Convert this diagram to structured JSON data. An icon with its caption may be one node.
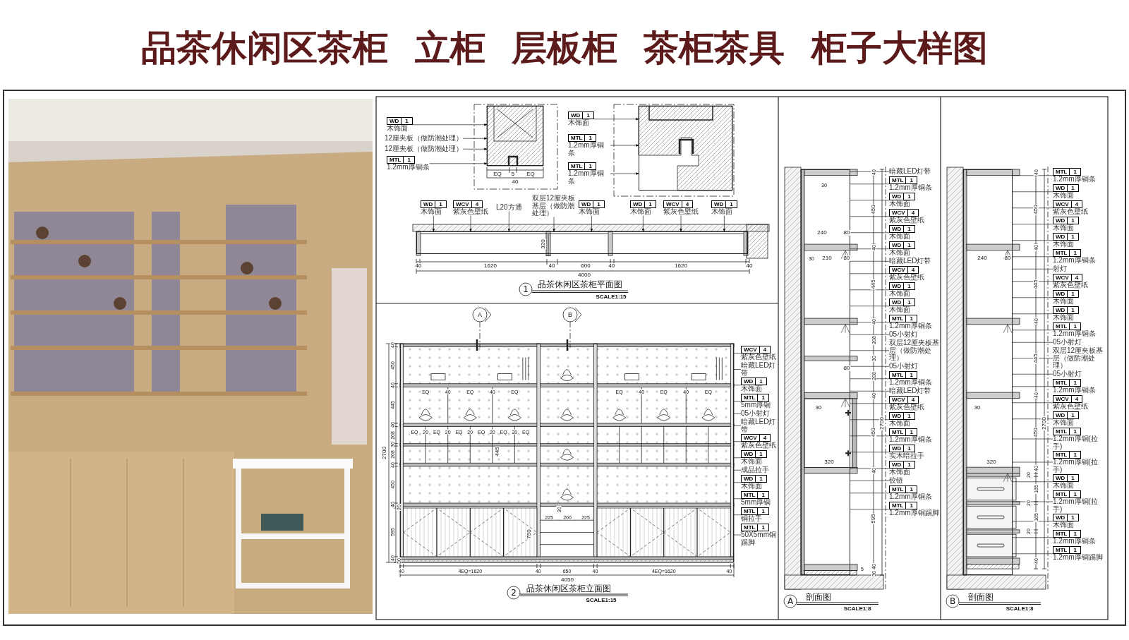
{
  "diagram": {
    "title": "品茶休闲区茶柜 立柜 层板柜 茶柜茶具 柜子大样图",
    "nodes": [
      {
        "text": [
          "WD",
          "1"
        ],
        "beside": [
          "木饰面"
        ]
      },
      {
        "text": [
          "12厘夹板（做防潮处理）"
        ]
      },
      {
        "text": [
          "12厘夹板（做防潮处理）"
        ]
      },
      {
        "text": [
          "MTL",
          "1"
        ],
        "beside": [
          "1.2mm厚铜条"
        ]
      },
      {
        "text": [
          "WD",
          "1"
        ],
        "beside": [
          "木饰面"
        ]
      },
      {
        "text": [
          "MTL",
          "1"
        ],
        "beside": [
          "1.2mm厚铜条"
        ]
      },
      {
        "text": [
          "MTL",
          "1"
        ],
        "beside": [
          "1.2mm厚铜条"
        ]
      },
      {
        "text": [
          "WD",
          "1"
        ],
        "beside": [
          "木饰面"
        ]
      },
      {
        "text": [
          "WCV",
          "4"
        ],
        "beside": [
          "紫灰色壁纸"
        ]
      },
      {
        "text": [
          "L20方通"
        ]
      },
      {
        "text": [
          "双层12厘夹板基层（做防潮处理）"
        ]
      },
      {
        "text": [
          "WD",
          "1"
        ],
        "beside": [
          "木饰面"
        ]
      },
      {
        "text": [
          "WD",
          "1"
        ],
        "beside": [
          "木饰面"
        ]
      },
      {
        "text": [
          "WCV",
          "4"
        ],
        "beside": [
          "紫灰色壁纸"
        ]
      },
      {
        "text": [
          "WD",
          "1"
        ],
        "beside": [
          "木饰面"
        ]
      },
      {
        "text": [
          "WCV",
          "4"
        ],
        "beside": [
          "紫灰色壁纸"
        ]
      },
      {
        "text": [
          "暗藏LED灯带"
        ]
      },
      {
        "text": [
          "WD",
          "1"
        ],
        "beside": [
          "木饰面"
        ]
      },
      {
        "text": [
          "MTL",
          "1"
        ],
        "beside": [
          "5mm厚铜"
        ]
      },
      {
        "text": [
          "05小射灯"
        ]
      },
      {
        "text": [
          "暗藏LED灯带"
        ]
      },
      {
        "text": [
          "WCV",
          "4"
        ],
        "beside": [
          "紫灰色壁纸"
        ]
      },
      {
        "text": [
          "WD",
          "1"
        ],
        "beside": [
          "木饰面"
        ]
      },
      {
        "text": [
          "成品拉手"
        ]
      },
      {
        "text": [
          "WD",
          "1"
        ],
        "beside": [
          "木饰面"
        ]
      },
      {
        "text": [
          "MTL",
          "1"
        ],
        "beside": [
          "5mm厚铜"
        ]
      },
      {
        "text": [
          "MTL",
          "1"
        ],
        "beside": [
          "铜拉手"
        ]
      },
      {
        "text": [
          "MTL",
          "1"
        ],
        "beside": [
          "50X5mm铜踢脚"
        ]
      },
      {
        "text": [
          "暗藏LED灯带"
        ]
      },
      {
        "text": [
          "MTL",
          "1"
        ],
        "beside": [
          "1.2mm厚铜条"
        ]
      },
      {
        "text": [
          "WD",
          "1"
        ],
        "beside": [
          "木饰面"
        ]
      },
      {
        "text": [
          "WCV",
          "4"
        ],
        "beside": [
          "紫灰色壁纸"
        ]
      },
      {
        "text": [
          "WD",
          "1"
        ],
        "beside": [
          "木饰面"
        ]
      },
      {
        "text": [
          "WD",
          "1"
        ],
        "beside": [
          "木饰面"
        ]
      },
      {
        "text": [
          "暗藏LED灯带"
        ]
      },
      {
        "text": [
          "WCV",
          "4"
        ],
        "beside": [
          "紫灰色壁纸"
        ]
      },
      {
        "text": [
          "WD",
          "1"
        ],
        "beside": [
          "木饰面"
        ]
      },
      {
        "text": [
          "WD",
          "1"
        ],
        "beside": [
          "木饰面"
        ]
      },
      {
        "text": [
          "MTL",
          "1"
        ],
        "beside": [
          "1.2mm厚铜条"
        ]
      },
      {
        "text": [
          "05小射灯"
        ]
      },
      {
        "text": [
          "双层12厘夹板基层（做防潮处理）"
        ]
      },
      {
        "text": [
          "05小射灯"
        ]
      },
      {
        "text": [
          "MTL",
          "1"
        ],
        "beside": [
          "1.2mm厚铜条"
        ]
      },
      {
        "text": [
          "暗藏LED灯带"
        ]
      },
      {
        "text": [
          "WCV",
          "4"
        ],
        "beside": [
          "紫灰色壁纸"
        ]
      },
      {
        "text": [
          "WD",
          "1"
        ],
        "beside": [
          "木饰面"
        ]
      },
      {
        "text": [
          "MTL",
          "1"
        ],
        "beside": [
          "1.2mm厚铜条"
        ]
      },
      {
        "text": [
          "WD",
          "1"
        ],
        "beside": [
          "实木暗拉手"
        ]
      },
      {
        "text": [
          "WD",
          "1"
        ],
        "beside": [
          "木饰面"
        ]
      },
      {
        "text": [
          "铰链"
        ]
      },
      {
        "text": [
          "MTL",
          "1"
        ],
        "beside": [
          "1.2mm厚铜条"
        ]
      },
      {
        "text": [
          "MTL",
          "1"
        ],
        "beside": [
          "1.2mm厚铜踢脚"
        ]
      },
      {
        "text": [
          "MTL",
          "1"
        ],
        "beside": [
          "1.2mm厚铜条"
        ]
      },
      {
        "text": [
          "WD",
          "1"
        ],
        "beside": [
          "木饰面"
        ]
      },
      {
        "text": [
          "WCV",
          "4"
        ],
        "beside": [
          "紫灰色壁纸"
        ]
      },
      {
        "text": [
          "WD",
          "1"
        ],
        "beside": [
          "木饰面"
        ]
      },
      {
        "text": [
          "WD",
          "1"
        ],
        "beside": [
          "木饰面"
        ]
      },
      {
        "text": [
          "MTL",
          "1"
        ],
        "beside": [
          "1.2mm厚铜条"
        ]
      },
      {
        "text": [
          "射灯"
        ]
      },
      {
        "text": [
          "WCV",
          "4"
        ],
        "beside": [
          "紫灰色壁纸"
        ]
      },
      {
        "text": [
          "WD",
          "1"
        ],
        "beside": [
          "木饰面"
        ]
      },
      {
        "text": [
          "WD",
          "1"
        ],
        "beside": [
          "木饰面"
        ]
      },
      {
        "text": [
          "MTL",
          "1"
        ],
        "beside": [
          "1.2mm厚铜条"
        ]
      },
      {
        "text": [
          "05小射灯"
        ]
      },
      {
        "text": [
          "双层12厘夹板基层（做防潮处理）"
        ]
      },
      {
        "text": [
          "05小射灯"
        ]
      },
      {
        "text": [
          "MTL",
          "1"
        ],
        "beside": [
          "1.2mm厚铜条"
        ]
      },
      {
        "text": [
          "WCV",
          "4"
        ],
        "beside": [
          "紫灰色壁纸"
        ]
      },
      {
        "text": [
          "WD",
          "1"
        ],
        "beside": [
          "木饰面"
        ]
      },
      {
        "text": [
          "MTL",
          "1"
        ],
        "beside": [
          "1.2mm厚铜(拉手)"
        ]
      },
      {
        "text": [
          "MTL",
          "1"
        ],
        "beside": [
          "1.2mm厚铜(拉手)"
        ]
      },
      {
        "text": [
          "WD",
          "1"
        ],
        "beside": [
          "木饰面"
        ]
      },
      {
        "text": [
          "MTL",
          "1"
        ],
        "beside": [
          "1.2mm厚铜(拉手)"
        ]
      },
      {
        "text": [
          "WD",
          "1"
        ],
        "beside": [
          "木饰面"
        ]
      },
      {
        "text": [
          "MTL",
          "1"
        ],
        "beside": [
          "1.2mm厚铜条"
        ]
      },
      {
        "text": [
          "MTL",
          "1"
        ],
        "beside": [
          "1.2mm厚铜踢脚"
        ]
      },
      {
        "text": [],
        "shape": "box"
      },
      {
        "text": [],
        "shape": "box"
      },
      {
        "text": [],
        "shape": "box"
      },
      {
        "text": [],
        "shape": "box"
      },
      {
        "text": [],
        "shape": "box"
      },
      {
        "text": [],
        "shape": "box"
      }
    ],
    "edges": [
      {
        "from": 0,
        "to": 76,
        "arrow": "to"
      },
      {
        "from": 1,
        "to": 76,
        "arrow": "to"
      },
      {
        "from": 2,
        "to": 76,
        "arrow": "to"
      },
      {
        "from": 3,
        "to": 76,
        "arrow": "to"
      },
      {
        "from": 4,
        "to": 77,
        "arrow": "to"
      },
      {
        "from": 5,
        "to": 77,
        "arrow": "to"
      },
      {
        "from": 6,
        "to": 77,
        "arrow": "to"
      },
      {
        "from": 7,
        "to": 78,
        "arrow": "to"
      },
      {
        "from": 8,
        "to": 78,
        "arrow": "to"
      },
      {
        "from": 9,
        "to": 78,
        "arrow": "to"
      },
      {
        "from": 10,
        "to": 78,
        "arrow": "to"
      },
      {
        "from": 11,
        "to": 78,
        "arrow": "to"
      },
      {
        "from": 12,
        "to": 78,
        "arrow": "to"
      },
      {
        "from": 13,
        "to": 78,
        "arrow": "to"
      },
      {
        "from": 14,
        "to": 78,
        "arrow": "to"
      },
      {
        "from": 15,
        "to": 79,
        "arrow": "none"
      },
      {
        "from": 16,
        "to": 79,
        "arrow": "none"
      },
      {
        "from": 17,
        "to": 79,
        "arrow": "none"
      },
      {
        "from": 18,
        "to": 79,
        "arrow": "none"
      },
      {
        "from": 19,
        "to": 79,
        "arrow": "none"
      },
      {
        "from": 20,
        "to": 79,
        "arrow": "none"
      },
      {
        "from": 21,
        "to": 79,
        "arrow": "none"
      },
      {
        "from": 22,
        "to": 79,
        "arrow": "none"
      },
      {
        "from": 23,
        "to": 79,
        "arrow": "none"
      },
      {
        "from": 24,
        "to": 79,
        "arrow": "none"
      },
      {
        "from": 25,
        "to": 79,
        "arrow": "none"
      },
      {
        "from": 26,
        "to": 79,
        "arrow": "none"
      },
      {
        "from": 27,
        "to": 79,
        "arrow": "none"
      },
      {
        "from": 28,
        "to": 80,
        "arrow": "none"
      },
      {
        "from": 29,
        "to": 80,
        "arrow": "none"
      },
      {
        "from": 30,
        "to": 80,
        "arrow": "none"
      },
      {
        "from": 31,
        "to": 80,
        "arrow": "none"
      },
      {
        "from": 32,
        "to": 80,
        "arrow": "none"
      },
      {
        "from": 33,
        "to": 80,
        "arrow": "none"
      },
      {
        "from": 34,
        "to": 80,
        "arrow": "none"
      },
      {
        "from": 35,
        "to": 80,
        "arrow": "none"
      },
      {
        "from": 36,
        "to": 80,
        "arrow": "none"
      },
      {
        "from": 37,
        "to": 80,
        "arrow": "none"
      },
      {
        "from": 38,
        "to": 80,
        "arrow": "none"
      },
      {
        "from": 39,
        "to": 80,
        "arrow": "none"
      },
      {
        "from": 40,
        "to": 80,
        "arrow": "none"
      },
      {
        "from": 41,
        "to": 80,
        "arrow": "none"
      },
      {
        "from": 42,
        "to": 80,
        "arrow": "none"
      },
      {
        "from": 43,
        "to": 80,
        "arrow": "none"
      },
      {
        "from": 44,
        "to": 80,
        "arrow": "none"
      },
      {
        "from": 45,
        "to": 80,
        "arrow": "none"
      },
      {
        "from": 46,
        "to": 80,
        "arrow": "none"
      },
      {
        "from": 47,
        "to": 80,
        "arrow": "none"
      },
      {
        "from": 48,
        "to": 80,
        "arrow": "none"
      },
      {
        "from": 49,
        "to": 80,
        "arrow": "none"
      },
      {
        "from": 50,
        "to": 80,
        "arrow": "none"
      },
      {
        "from": 51,
        "to": 80,
        "arrow": "none"
      },
      {
        "from": 52,
        "to": 81,
        "arrow": "none"
      },
      {
        "from": 53,
        "to": 81,
        "arrow": "none"
      },
      {
        "from": 54,
        "to": 81,
        "arrow": "none"
      },
      {
        "from": 55,
        "to": 81,
        "arrow": "none"
      },
      {
        "from": 56,
        "to": 81,
        "arrow": "none"
      },
      {
        "from": 57,
        "to": 81,
        "arrow": "none"
      },
      {
        "from": 58,
        "to": 81,
        "arrow": "none"
      },
      {
        "from": 59,
        "to": 81,
        "arrow": "none"
      },
      {
        "from": 60,
        "to": 81,
        "arrow": "none"
      },
      {
        "from": 61,
        "to": 81,
        "arrow": "none"
      },
      {
        "from": 62,
        "to": 81,
        "arrow": "none"
      },
      {
        "from": 63,
        "to": 81,
        "arrow": "none"
      },
      {
        "from": 64,
        "to": 81,
        "arrow": "none"
      },
      {
        "from": 65,
        "to": 81,
        "arrow": "none"
      },
      {
        "from": 66,
        "to": 81,
        "arrow": "none"
      },
      {
        "from": 67,
        "to": 81,
        "arrow": "none"
      },
      {
        "from": 68,
        "to": 81,
        "arrow": "none"
      },
      {
        "from": 69,
        "to": 81,
        "arrow": "none"
      },
      {
        "from": 70,
        "to": 81,
        "arrow": "none"
      },
      {
        "from": 71,
        "to": 81,
        "arrow": "none"
      },
      {
        "from": 72,
        "to": 81,
        "arrow": "none"
      },
      {
        "from": 73,
        "to": 81,
        "arrow": "none"
      },
      {
        "from": 74,
        "to": 81,
        "arrow": "none"
      },
      {
        "from": 75,
        "to": 81,
        "arrow": "none"
      }
    ],
    "labels": [
      "EQ",
      "5",
      "EQ",
      "40",
      "320",
      "40",
      "1620",
      "40",
      "600",
      "40",
      "1620",
      "40",
      "4000",
      "1",
      "品茶休闲区茶柜平面图",
      "SCALE1:15",
      "A",
      "B",
      "40",
      "450",
      "40",
      "445",
      "40",
      "208",
      "30",
      "208",
      "40",
      "450",
      "40",
      "20",
      "595",
      "40",
      "30",
      "2700",
      "EQ",
      "40",
      "EQ",
      "40",
      "EQ",
      "EQ",
      "40",
      "EQ",
      "40",
      "EQ",
      "EQ",
      "20",
      "EQ",
      "20",
      "EQ",
      "20",
      "EQ",
      "20",
      "EQ",
      "20",
      "EQ",
      "445",
      "225",
      "200",
      "225",
      "20",
      "750",
      "40",
      "4EQ=1620",
      "40",
      "650",
      "40",
      "4EQ=1620",
      "40",
      "4050",
      "2",
      "品茶休闲区茶柜立面图",
      "SCALE1:15",
      "40",
      "30",
      "450",
      "240",
      "80",
      "40",
      "30",
      "210",
      "80",
      "445",
      "40",
      "208",
      "30",
      "80",
      "208",
      "2700",
      "40",
      "30",
      "450",
      "320",
      "40",
      "595",
      "40",
      "5",
      "30",
      "A",
      "剖面图",
      "SCALE1:8",
      "40",
      "450",
      "40",
      "240",
      "80",
      "445",
      "40",
      "445",
      "2700",
      "40",
      "30",
      "450",
      "320",
      "40",
      "20",
      "165",
      "20",
      "165",
      "20",
      "40",
      "B",
      "剖面图",
      "SCALE1:8"
    ]
  }
}
